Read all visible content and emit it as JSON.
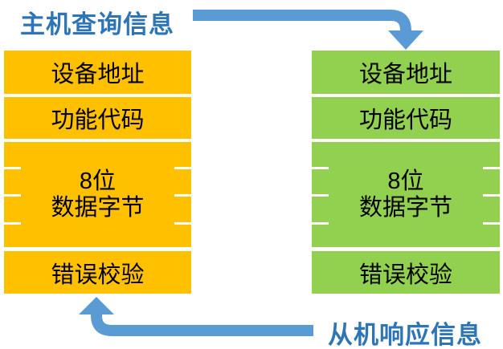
{
  "labels": {
    "host_query": "主机查询信息",
    "slave_response": "从机响应信息"
  },
  "host_frame": {
    "row1": "设备地址",
    "row2": "功能代码",
    "row3_line1": "8位",
    "row3_line2": "数据字节",
    "row4": "错误校验"
  },
  "slave_frame": {
    "row1": "设备地址",
    "row2": "功能代码",
    "row3_line1": "8位",
    "row3_line2": "数据字节",
    "row4": "错误校验"
  },
  "colors": {
    "orange": "#FFC000",
    "green": "#92D050",
    "arrow_blue": "#5B9BD5",
    "title_blue": "#2E75B6"
  }
}
